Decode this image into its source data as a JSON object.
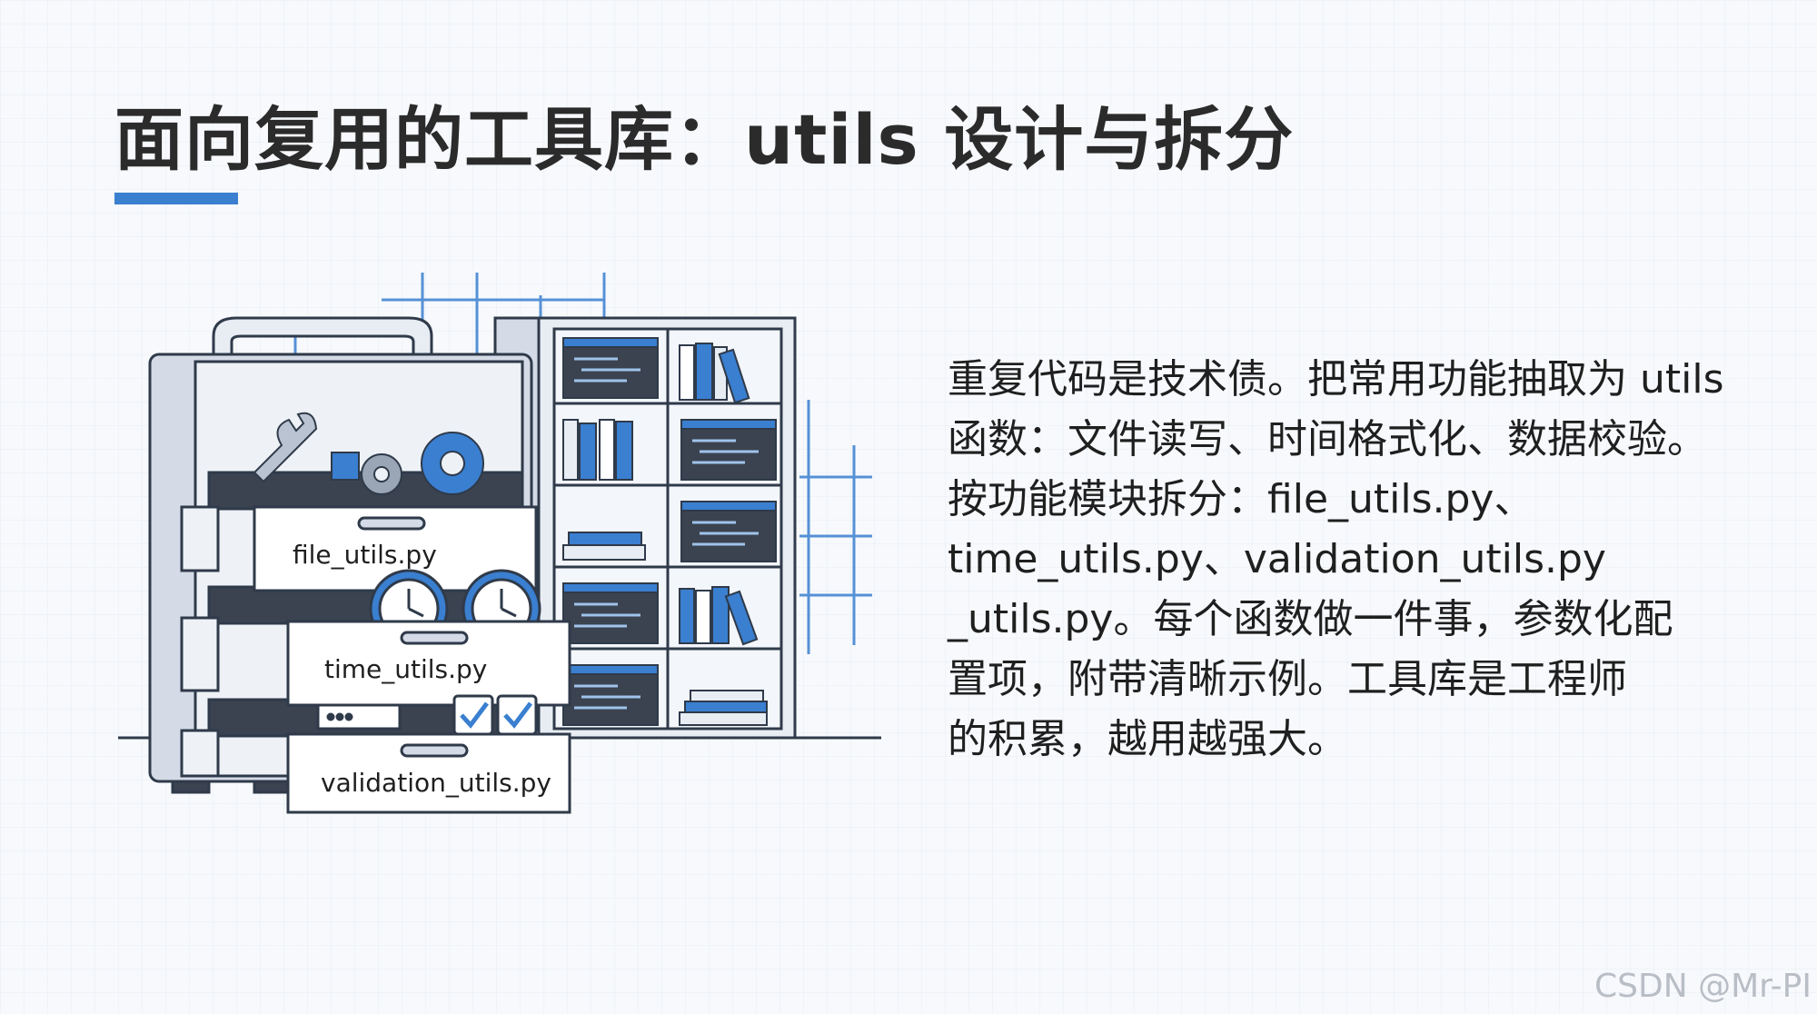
{
  "slide": {
    "title": "面向复用的工具库：utils 设计与拆分",
    "accent_color": "#3a7fd0",
    "body_lines": [
      "重复代码是技术债。把常用功能抽取为 utils",
      "函数：文件读写、时间格式化、数据校验。",
      "按功能模块拆分：file_utils.py、",
      "time_utils.py、validation_utils.py",
      "_utils.py。每个函数做一件事，参数化配",
      "置项，附带清晰示例。工具库是工程师",
      "的积累，越用越强大。"
    ]
  },
  "illustration": {
    "drawers": [
      "file_utils.py",
      "time_utils.py",
      "validation_utils.py"
    ],
    "icons": [
      "wrench-icon",
      "gear-icon",
      "clock-icon",
      "checkbox-icon",
      "code-window-icon",
      "book-icon"
    ]
  },
  "watermark": "CSDN @Mr-PI"
}
